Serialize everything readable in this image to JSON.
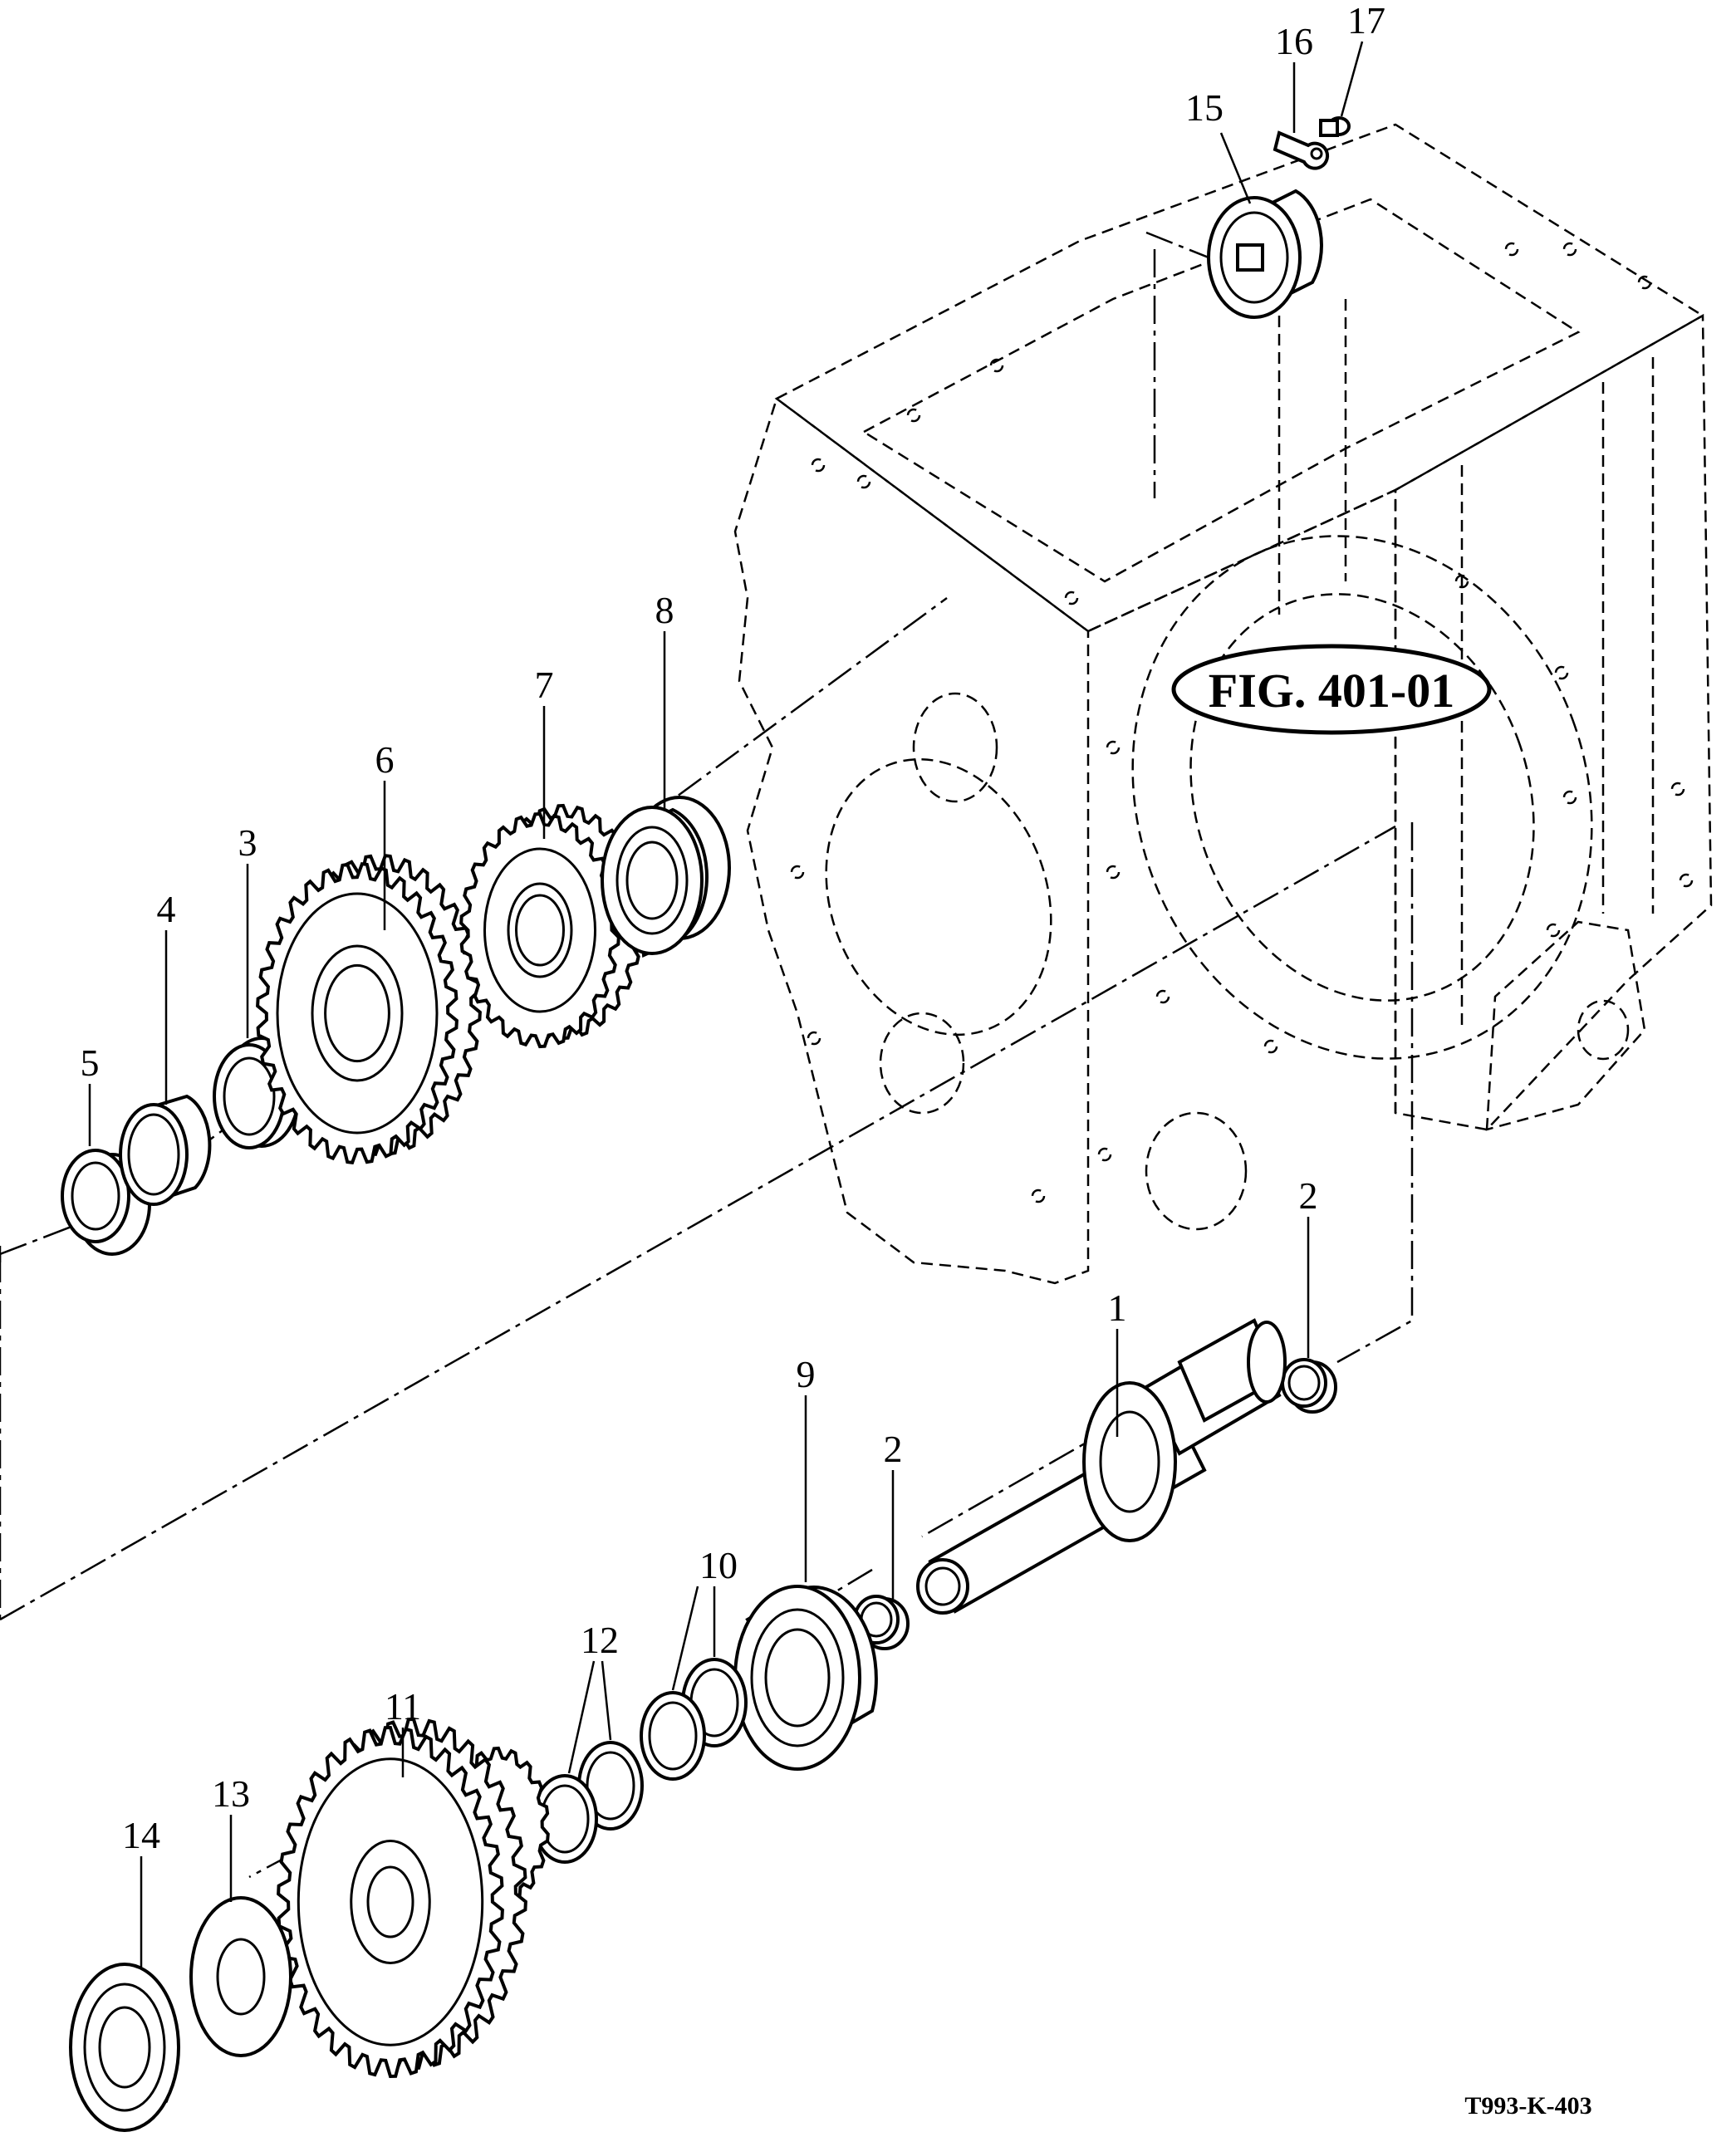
{
  "figure_reference": "FIG. 401-01",
  "drawing_number": "T993-K-403",
  "callouts": [
    {
      "id": "c1",
      "label": "1"
    },
    {
      "id": "c2a",
      "label": "2"
    },
    {
      "id": "c2b",
      "label": "2"
    },
    {
      "id": "c3",
      "label": "3"
    },
    {
      "id": "c4",
      "label": "4"
    },
    {
      "id": "c5",
      "label": "5"
    },
    {
      "id": "c6",
      "label": "6"
    },
    {
      "id": "c7",
      "label": "7"
    },
    {
      "id": "c8",
      "label": "8"
    },
    {
      "id": "c9",
      "label": "9"
    },
    {
      "id": "c10",
      "label": "10"
    },
    {
      "id": "c11",
      "label": "11"
    },
    {
      "id": "c12",
      "label": "12"
    },
    {
      "id": "c13",
      "label": "13"
    },
    {
      "id": "c14",
      "label": "14"
    },
    {
      "id": "c15",
      "label": "15"
    },
    {
      "id": "c16",
      "label": "16"
    },
    {
      "id": "c17",
      "label": "17"
    }
  ]
}
